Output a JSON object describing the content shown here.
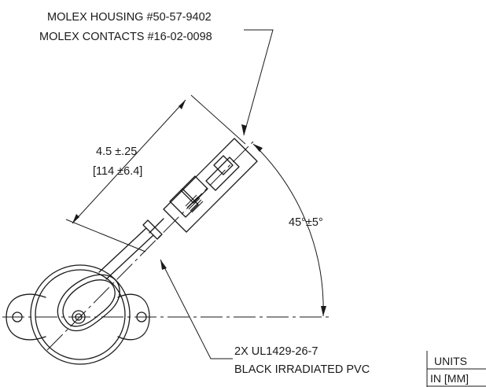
{
  "callouts": {
    "connector_line1": "MOLEX HOUSING #50-57-9402",
    "connector_line2": "MOLEX CONTACTS #16-02-0098",
    "wire_line1": "2X UL1429-26-7",
    "wire_line2": "BLACK IRRADIATED PVC"
  },
  "dimensions": {
    "length_in": "4.5 ±.25",
    "length_mm": "[114 ±6.4]",
    "angle": "45°±5°"
  },
  "units_box": {
    "header": "UNITS",
    "value": "IN [MM]"
  }
}
